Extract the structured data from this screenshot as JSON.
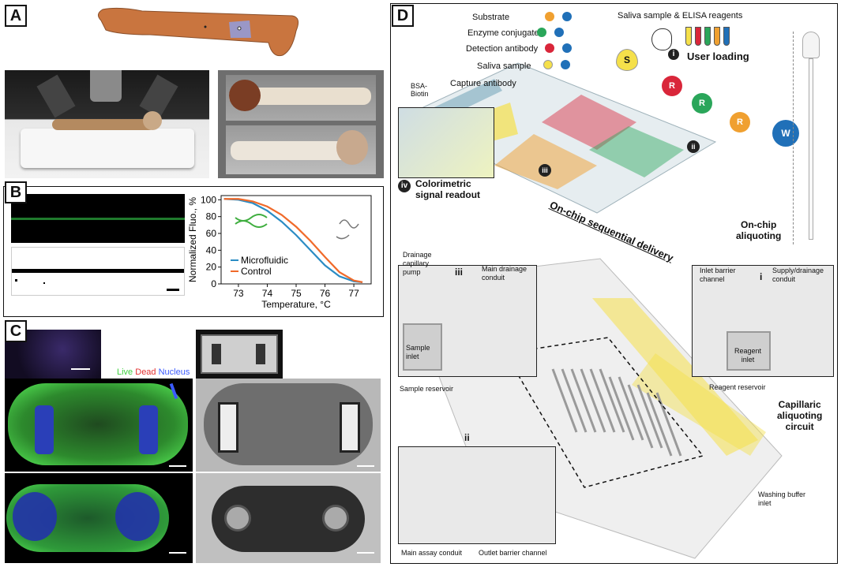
{
  "panels": {
    "a": {
      "label": "A"
    },
    "b": {
      "label": "B",
      "chart_data": {
        "type": "line",
        "xlabel": "Temperature, °C",
        "ylabel": "Normalized Fluo., %",
        "xlim": [
          72.4,
          77.6
        ],
        "ylim": [
          0,
          105
        ],
        "x_ticks": [
          "73",
          "74",
          "75",
          "76",
          "77"
        ],
        "y_ticks": [
          "0",
          "20",
          "40",
          "60",
          "80",
          "100"
        ],
        "legend_position": "bottom-left",
        "series": [
          {
            "name": "Microfluidic",
            "color": "#2b8cc4",
            "x": [
              72.5,
              73.0,
              73.5,
              74.0,
              74.5,
              75.0,
              75.5,
              76.0,
              76.5,
              77.0,
              77.3
            ],
            "y": [
              101,
              100,
              96,
              87,
              74,
              58,
              40,
              22,
              9,
              3,
              2
            ]
          },
          {
            "name": "Control",
            "color": "#f06a2a",
            "x": [
              72.5,
              73.0,
              73.5,
              74.0,
              74.5,
              75.0,
              75.5,
              76.0,
              76.5,
              77.0,
              77.3
            ],
            "y": [
              101,
              101,
              98,
              92,
              82,
              68,
              51,
              32,
              14,
              4,
              2
            ]
          }
        ]
      }
    },
    "c": {
      "label": "C",
      "stain_live": "Live",
      "stain_dead": "Dead",
      "stain_nucleus": "Nucleus"
    },
    "d": {
      "label": "D",
      "reagent_labels": {
        "substrate": "Substrate",
        "enzyme": "Enzyme conjugate",
        "detection": "Detection antibody",
        "saliva": "Saliva sample",
        "bsa": "BSA-\nBiotin",
        "capture": "Capture antibody",
        "top_sample": "Saliva sample & ELISA reagents",
        "user_loading": "User loading"
      },
      "steps": {
        "i": "i",
        "ii": "ii",
        "iii": "iii",
        "iv": "iv",
        "readout": "Colorimetric\nsignal readout",
        "delivery": "On-chip sequential delivery",
        "aliquoting": "On-chip\naliquoting"
      },
      "drops": {
        "S": "S",
        "R1": "R",
        "R2": "R",
        "R3": "R",
        "W": "W"
      },
      "circuit_labels": {
        "drainage_pump": "Drainage\ncapillary\npump",
        "main_drainage": "Main drainage\nconduit",
        "sample_inlet": "Sample\ninlet",
        "sample_reservoir": "Sample reservoir",
        "inlet_barrier": "Inlet barrier\nchannel",
        "supply_drainage": "Supply/drainage\nconduit",
        "reagent_inlet": "Reagent\ninlet",
        "reagent_reservoir": "Reagent reservoir",
        "capillaric": "Capillaric\naliquoting\ncircuit",
        "washing": "Washing buffer\ninlet",
        "main_assay": "Main assay conduit",
        "outlet_barrier": "Outlet barrier channel"
      },
      "colors": {
        "yellow": "#f5e04a",
        "red": "#d9263a",
        "green": "#2aa65a",
        "orange": "#f0a030",
        "blue": "#2070b8",
        "brown": "#8a4b2a"
      }
    }
  }
}
